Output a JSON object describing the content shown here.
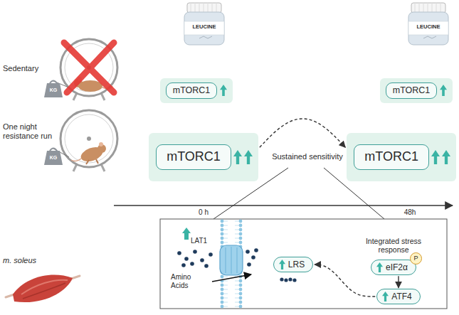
{
  "diagram": {
    "nodes": [
      {
        "text": [
          "mTORC1"
        ]
      },
      {
        "text": [
          "mTORC1"
        ]
      },
      {
        "text": [
          "mTORC1"
        ]
      },
      {
        "text": [
          "mTORC1"
        ]
      },
      {
        "text": [
          "LRS"
        ]
      },
      {
        "text": [
          "eIF2α"
        ]
      },
      {
        "text": [
          "P"
        ],
        "in": 5
      },
      {
        "text": [
          "ATF4"
        ]
      }
    ],
    "edges": [
      {
        "from": 2,
        "to": 3,
        "arrow": "to"
      },
      {
        "from": 5,
        "to": 7,
        "arrow": "to"
      },
      {
        "from": 7,
        "to": 4,
        "arrow": "to"
      }
    ],
    "labels": [
      "LEUCINE",
      "LEUCINE",
      "Sedentary",
      "KG",
      "One night resistance run",
      "KG",
      "Sustained sensitivity",
      "0 h",
      "48h",
      "m. soleus",
      "LAT1",
      "Amino Acids",
      "Integrated stress response"
    ]
  }
}
